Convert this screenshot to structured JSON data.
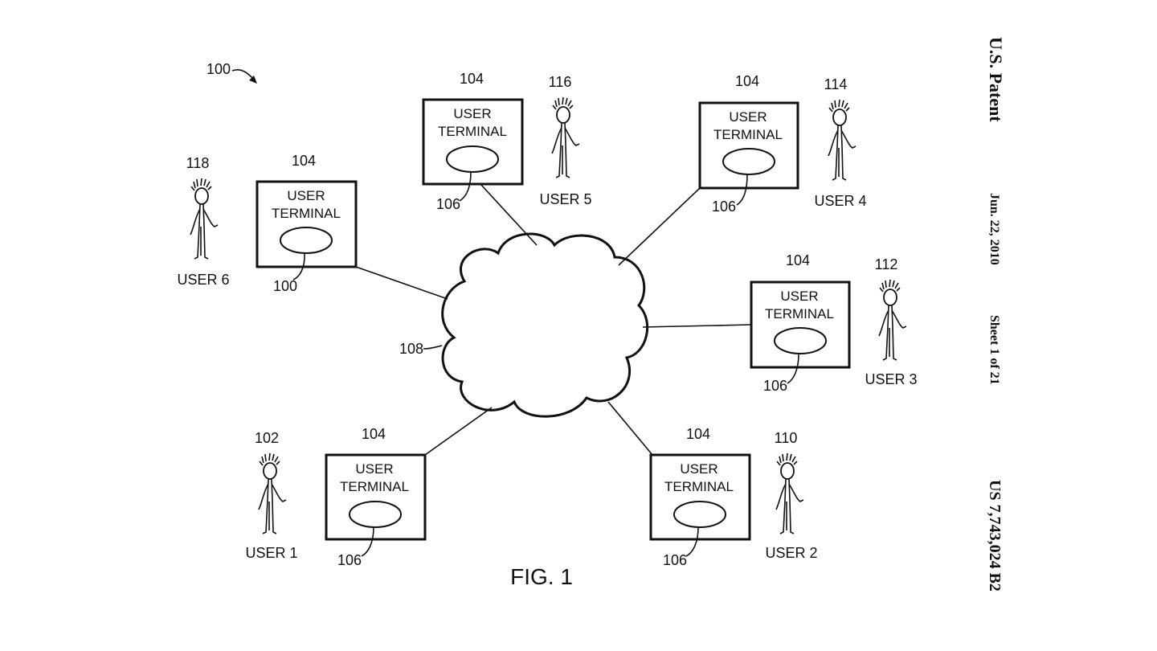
{
  "header": {
    "patent": "U.S. Patent",
    "date": "Jun. 22, 2010",
    "sheet": "Sheet 1 of 21",
    "number": "US 7,743,024 B2"
  },
  "figure": {
    "caption": "FIG. 1",
    "system_ref": "100",
    "network_ref": "108",
    "terminal_line1": "USER",
    "terminal_line2": "TERMINAL",
    "terminals": [
      {
        "ref": "104",
        "sub_ref": "106"
      },
      {
        "ref": "104",
        "sub_ref": "106"
      },
      {
        "ref": "104",
        "sub_ref": "106"
      },
      {
        "ref": "104",
        "sub_ref": "106"
      },
      {
        "ref": "104",
        "sub_ref": "106"
      },
      {
        "ref": "104",
        "sub_ref": "100"
      }
    ],
    "users": [
      {
        "ref": "102",
        "name": "USER 1"
      },
      {
        "ref": "110",
        "name": "USER 2"
      },
      {
        "ref": "112",
        "name": "USER 3"
      },
      {
        "ref": "114",
        "name": "USER 4"
      },
      {
        "ref": "116",
        "name": "USER 5"
      },
      {
        "ref": "118",
        "name": "USER 6"
      }
    ]
  }
}
